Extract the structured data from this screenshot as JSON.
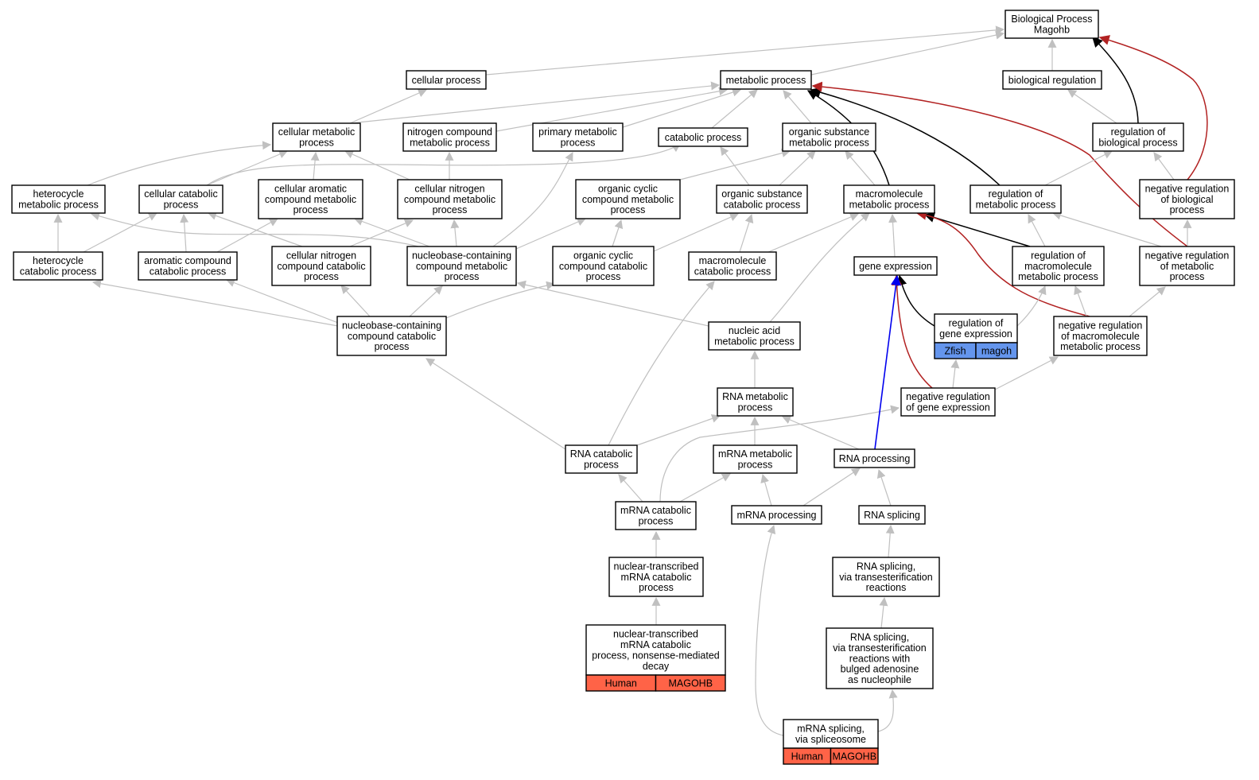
{
  "colors": {
    "edge_default": "#c0c0c0",
    "edge_black": "#000000",
    "edge_red": "#b22222",
    "edge_blue": "#0000ee",
    "annotation_human": "#ff6347",
    "annotation_zfish": "#6495ed"
  },
  "nodes": {
    "bp": {
      "lines": [
        "Biological Process",
        "Magohb"
      ]
    },
    "cp": {
      "lines": [
        "cellular process"
      ]
    },
    "mp": {
      "lines": [
        "metabolic process"
      ]
    },
    "br": {
      "lines": [
        "biological regulation"
      ]
    },
    "cmp": {
      "lines": [
        "cellular metabolic",
        "process"
      ]
    },
    "ncmp": {
      "lines": [
        "nitrogen compound",
        "metabolic process"
      ]
    },
    "pmp": {
      "lines": [
        "primary metabolic",
        "process"
      ]
    },
    "catp": {
      "lines": [
        "catabolic process"
      ]
    },
    "osmp": {
      "lines": [
        "organic substance",
        "metabolic process"
      ]
    },
    "rbp": {
      "lines": [
        "regulation of",
        "biological process"
      ]
    },
    "hmp": {
      "lines": [
        "heterocycle",
        "metabolic process"
      ]
    },
    "ccp": {
      "lines": [
        "cellular catabolic",
        "process"
      ]
    },
    "cacmp": {
      "lines": [
        "cellular aromatic",
        "compound metabolic",
        "process"
      ]
    },
    "cncmp": {
      "lines": [
        "cellular nitrogen",
        "compound metabolic",
        "process"
      ]
    },
    "occmp": {
      "lines": [
        "organic cyclic",
        "compound metabolic",
        "process"
      ]
    },
    "oscp": {
      "lines": [
        "organic substance",
        "catabolic process"
      ]
    },
    "mmp": {
      "lines": [
        "macromolecule",
        "metabolic process"
      ]
    },
    "rmp": {
      "lines": [
        "regulation of",
        "metabolic process"
      ]
    },
    "nrbp": {
      "lines": [
        "negative regulation",
        "of biological",
        "process"
      ]
    },
    "hcp": {
      "lines": [
        "heterocycle",
        "catabolic process"
      ]
    },
    "accp": {
      "lines": [
        "aromatic compound",
        "catabolic process"
      ]
    },
    "cnccp": {
      "lines": [
        "cellular nitrogen",
        "compound catabolic",
        "process"
      ]
    },
    "nbcmp": {
      "lines": [
        "nucleobase-containing",
        "compound metabolic",
        "process"
      ]
    },
    "occcp": {
      "lines": [
        "organic cyclic",
        "compound catabolic",
        "process"
      ]
    },
    "mcp": {
      "lines": [
        "macromolecule",
        "catabolic process"
      ]
    },
    "ge": {
      "lines": [
        "gene expression"
      ]
    },
    "rmmp": {
      "lines": [
        "regulation of",
        "macromolecule",
        "metabolic process"
      ]
    },
    "nrmp": {
      "lines": [
        "negative regulation",
        "of metabolic",
        "process"
      ]
    },
    "nbccp": {
      "lines": [
        "nucleobase-containing",
        "compound catabolic",
        "process"
      ]
    },
    "namp": {
      "lines": [
        "nucleic acid",
        "metabolic process"
      ]
    },
    "rge": {
      "lines": [
        "regulation of",
        "gene expression"
      ],
      "annotations": [
        "Zfish",
        "magoh"
      ]
    },
    "nrmmp": {
      "lines": [
        "negative regulation",
        "of macromolecule",
        "metabolic process"
      ]
    },
    "rnamp": {
      "lines": [
        "RNA metabolic",
        "process"
      ]
    },
    "nrge": {
      "lines": [
        "negative regulation",
        "of gene expression"
      ]
    },
    "rnacp": {
      "lines": [
        "RNA catabolic",
        "process"
      ]
    },
    "mrnamp": {
      "lines": [
        "mRNA metabolic",
        "process"
      ]
    },
    "rnap": {
      "lines": [
        "RNA processing"
      ]
    },
    "mrnacp": {
      "lines": [
        "mRNA catabolic",
        "process"
      ]
    },
    "mrnap": {
      "lines": [
        "mRNA processing"
      ]
    },
    "rnas": {
      "lines": [
        "RNA splicing"
      ]
    },
    "ntmcp": {
      "lines": [
        "nuclear-transcribed",
        "mRNA catabolic",
        "process"
      ]
    },
    "rnast": {
      "lines": [
        "RNA splicing,",
        "via transesterification",
        "reactions"
      ]
    },
    "ntnmd": {
      "lines": [
        "nuclear-transcribed",
        "mRNA catabolic",
        "process, nonsense-mediated",
        "decay"
      ],
      "annotations": [
        "Human",
        "MAGOHB"
      ]
    },
    "rnasb": {
      "lines": [
        "RNA splicing,",
        "via transesterification",
        "reactions with",
        "bulged adenosine",
        "as nucleophile"
      ]
    },
    "mrnas": {
      "lines": [
        "mRNA splicing,",
        "via spliceosome"
      ],
      "annotations": [
        "Human",
        "MAGOHB"
      ]
    }
  }
}
